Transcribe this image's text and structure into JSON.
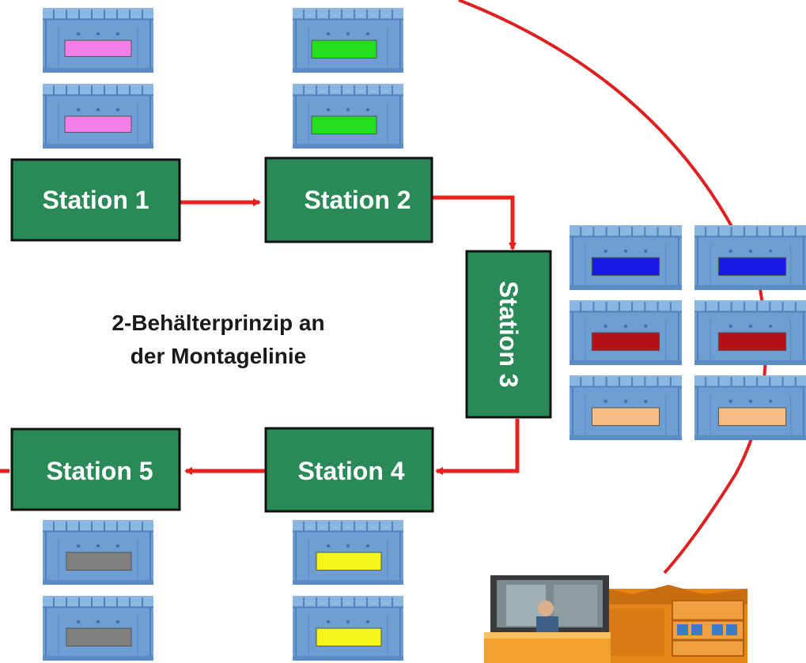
{
  "caption": {
    "line1": "2-Behälterprinzip an",
    "line2": "der Montagelinie"
  },
  "stations": [
    {
      "label": "Station 1"
    },
    {
      "label": "Station 2"
    },
    {
      "label": "Station 3"
    },
    {
      "label": "Station 4"
    },
    {
      "label": "Station 5"
    }
  ],
  "colors": {
    "station_fill": "#2a8a57",
    "station_border": "#111111",
    "arrow": "#e8211c",
    "loop_line": "#e02020",
    "bin_body": "#6e9fd3",
    "label_magenta": "#f27ee8",
    "label_green": "#22e01e",
    "label_blue": "#1919e6",
    "label_red": "#b4101a",
    "label_peach": "#f6bd82",
    "label_yellow": "#f4f51a",
    "label_gray": "#808080"
  },
  "bins": [
    {
      "label_color": "magenta"
    },
    {
      "label_color": "magenta"
    },
    {
      "label_color": "green"
    },
    {
      "label_color": "green"
    },
    {
      "label_color": "blue"
    },
    {
      "label_color": "blue"
    },
    {
      "label_color": "red"
    },
    {
      "label_color": "red"
    },
    {
      "label_color": "peach"
    },
    {
      "label_color": "peach"
    },
    {
      "label_color": "gray"
    },
    {
      "label_color": "gray"
    },
    {
      "label_color": "yellow"
    },
    {
      "label_color": "yellow"
    }
  ],
  "forklift": {
    "icon": "forklift-train-icon"
  }
}
